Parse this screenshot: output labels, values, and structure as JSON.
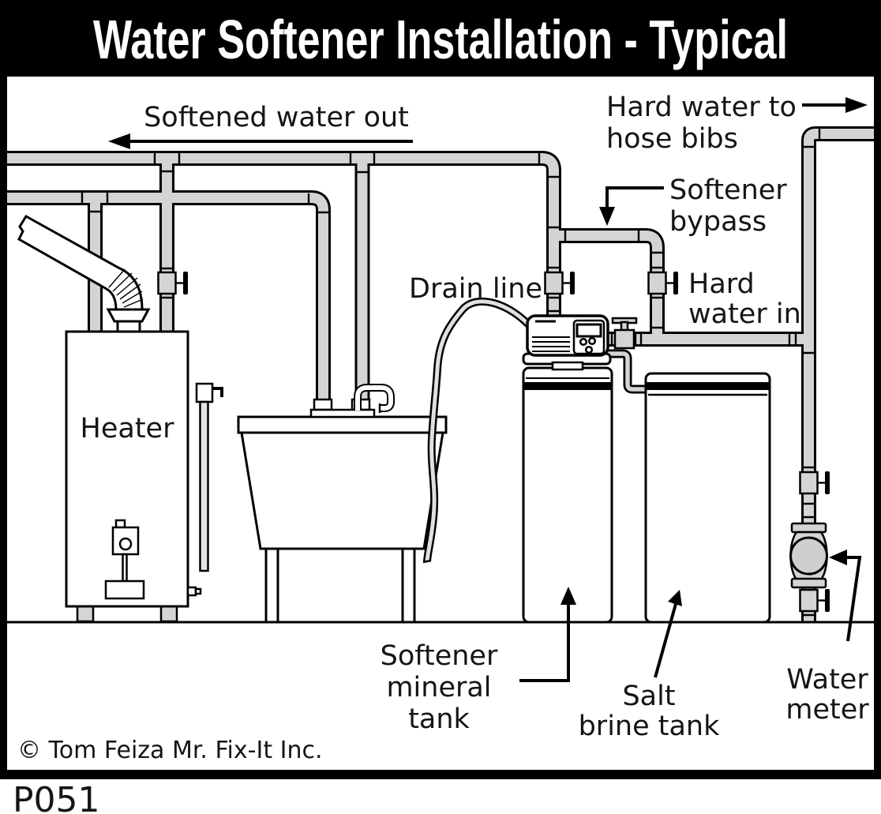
{
  "title_bar": {
    "title": "Water Softener Installation - Typical"
  },
  "footer": {
    "copyright": "© Tom Feiza Mr. Fix-It Inc.",
    "figure_code": "P051"
  },
  "colors": {
    "pipe_fill": "#d4d4d4",
    "line": "#000000",
    "background": "#ffffff",
    "title_bg": "#000000",
    "title_text": "#ffffff",
    "meter_fill": "#cfcfcf"
  },
  "labels": {
    "softened_water_out": "Softened water out",
    "hard_water_to_line1": "Hard water to",
    "hard_water_to_line2": "hose bibs",
    "softener_bypass_line1": "Softener",
    "softener_bypass_line2": "bypass",
    "drain_line": "Drain line",
    "hard_water_in_line1": "Hard",
    "hard_water_in_line2": "water in",
    "heater": "Heater",
    "mineral_tank_line1": "Softener",
    "mineral_tank_line2": "mineral",
    "mineral_tank_line3": "tank",
    "salt_tank_line1": "Salt",
    "salt_tank_line2": "brine tank",
    "water_meter_line1": "Water",
    "water_meter_line2": "meter"
  }
}
